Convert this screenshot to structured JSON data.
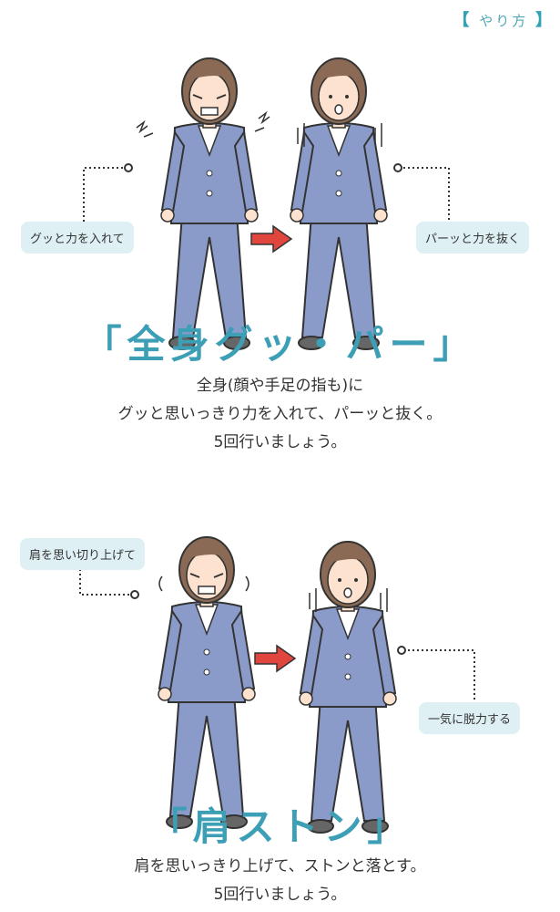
{
  "header": {
    "label": "やり方",
    "bracket_left": "【",
    "bracket_right": "】"
  },
  "section1": {
    "label_left": "グッと力を入れて",
    "label_right": "パーッと力を抜く",
    "title": "「全身グッ・パー」",
    "description": [
      "全身(顔や手足の指も)に",
      "グッと思いっきり力を入れて、パーッと抜く。",
      "5回行いましょう。"
    ]
  },
  "section2": {
    "label_left": "肩を思い切り上げて",
    "label_right": "一気に脱力する",
    "title": "「肩ストン」",
    "description": [
      "肩を思いっきり上げて、ストンと落とす。",
      "5回行いましょう。"
    ]
  },
  "colors": {
    "accent": "#3d9fb6",
    "label_bg": "#dff0f5",
    "suit": "#8a9bc9",
    "arrow": "#e0463e"
  }
}
